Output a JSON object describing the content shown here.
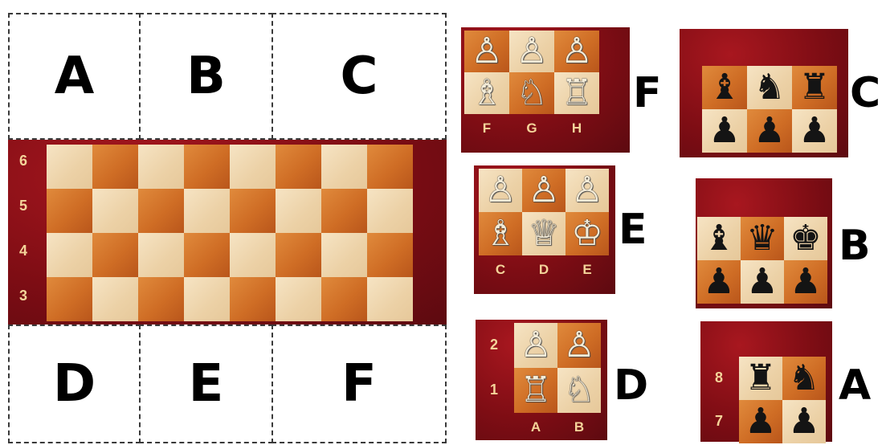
{
  "slots_top": [
    "A",
    "B",
    "C"
  ],
  "slots_bottom": [
    "D",
    "E",
    "F"
  ],
  "board": {
    "ranks": [
      "6",
      "5",
      "4",
      "3"
    ]
  },
  "pieces_glyphs": {
    "white_pawn": "♙",
    "white_bishop": "♗",
    "white_knight": "♘",
    "white_rook": "♖",
    "white_queen": "♕",
    "white_king": "♔",
    "black_pawn": "♟",
    "black_bishop": "♝",
    "black_knight": "♞",
    "black_rook": "♜",
    "black_queen": "♛",
    "black_king": "♚"
  },
  "fragments": {
    "F": {
      "label": "F",
      "files": [
        "F",
        "G",
        "H"
      ],
      "row1": [
        "white_pawn",
        "white_pawn",
        "white_pawn"
      ],
      "row2": [
        "white_bishop",
        "white_knight",
        "white_rook"
      ]
    },
    "C": {
      "label": "C",
      "row1": [
        "black_bishop",
        "black_knight",
        "black_rook"
      ],
      "row2": [
        "black_pawn",
        "black_pawn",
        "black_pawn"
      ]
    },
    "E": {
      "label": "E",
      "files": [
        "C",
        "D",
        "E"
      ],
      "row1": [
        "white_pawn",
        "white_pawn",
        "white_pawn"
      ],
      "row2": [
        "white_bishop",
        "white_queen",
        "white_king"
      ]
    },
    "B": {
      "label": "B",
      "row1": [
        "black_bishop",
        "black_queen",
        "black_king"
      ],
      "row2": [
        "black_pawn",
        "black_pawn",
        "black_pawn"
      ]
    },
    "D": {
      "label": "D",
      "ranks": [
        "2",
        "1"
      ],
      "files": [
        "A",
        "B"
      ],
      "row1": [
        "white_pawn",
        "white_pawn"
      ],
      "row2": [
        "white_rook",
        "white_knight"
      ]
    },
    "A": {
      "label": "A",
      "ranks": [
        "8",
        "7"
      ],
      "row1": [
        "black_rook",
        "black_knight"
      ],
      "row2": [
        "black_pawn",
        "black_pawn"
      ]
    }
  }
}
